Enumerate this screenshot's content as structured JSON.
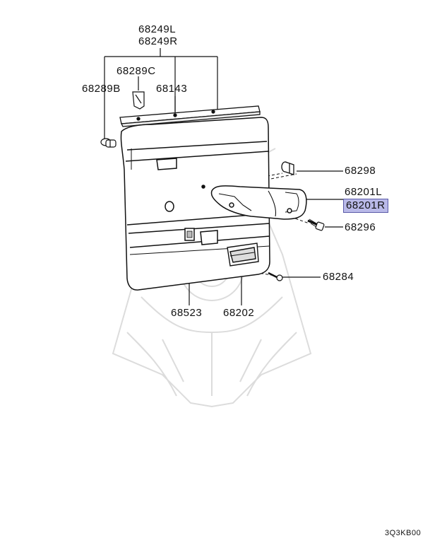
{
  "labels": {
    "p68249L": "68249L",
    "p68249R": "68249R",
    "p68289C": "68289C",
    "p68289B": "68289B",
    "p68143": "68143",
    "p68298": "68298",
    "p68201L": "68201L",
    "p68201R": "68201R",
    "p68296": "68296",
    "p68284": "68284",
    "p68523": "68523",
    "p68202": "68202"
  },
  "diagram_code": "3Q3KB00",
  "highlight_color": "#b9b9e8",
  "line_color": "#111111"
}
